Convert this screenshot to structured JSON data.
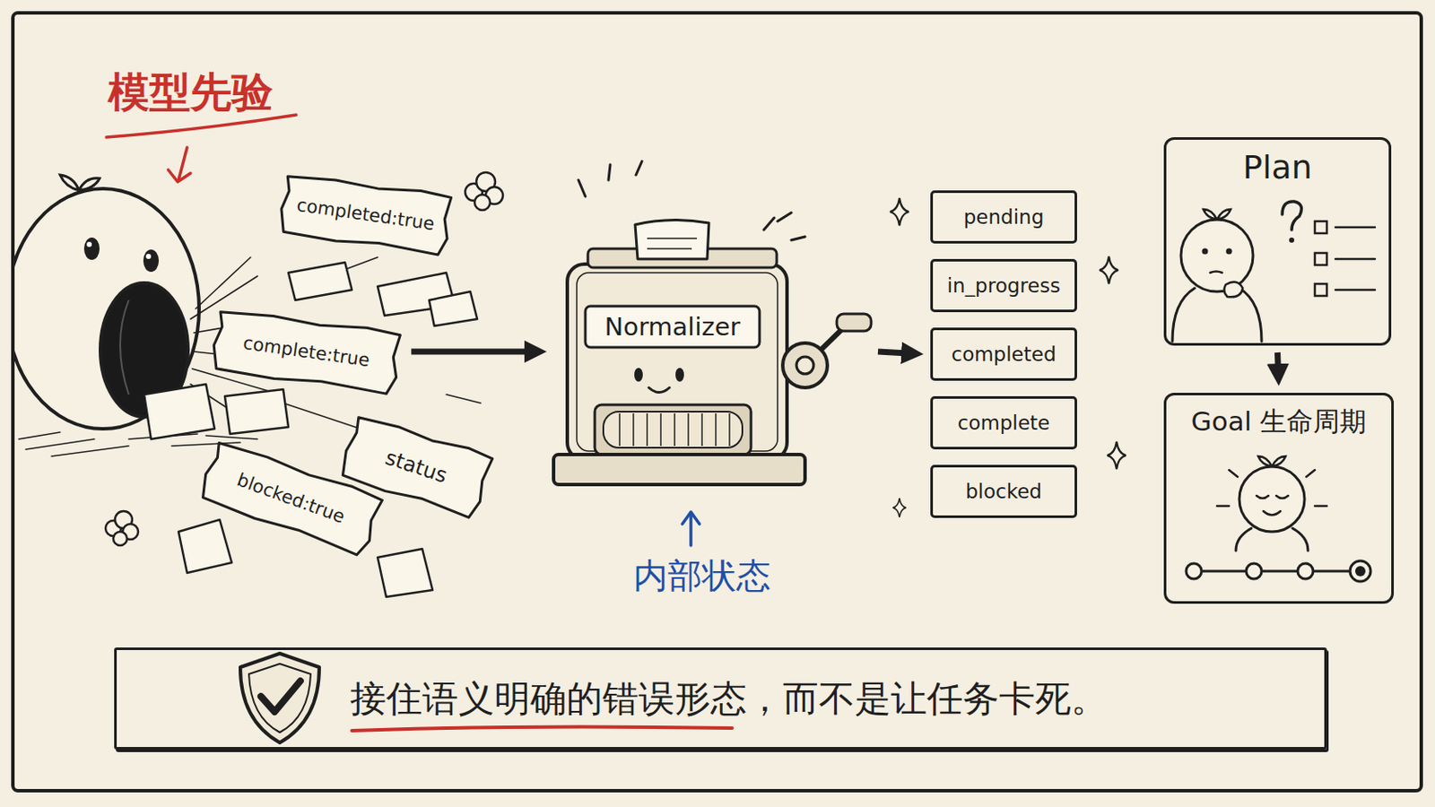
{
  "diagram": {
    "nodes": [
      {
        "text": [
          "completed:true"
        ]
      },
      {
        "text": [
          "complete:true"
        ]
      },
      {
        "text": [
          "status"
        ]
      },
      {
        "text": [
          "blocked:true"
        ]
      },
      {
        "text": [
          "Normalizer"
        ]
      },
      {
        "text": [
          "pending"
        ]
      },
      {
        "text": [
          "in_progress"
        ]
      },
      {
        "text": [
          "completed"
        ]
      },
      {
        "text": [
          "complete"
        ]
      },
      {
        "text": [
          "blocked"
        ]
      },
      {
        "text": [
          "Plan"
        ]
      },
      {
        "text": [
          "Goal 生命周期"
        ]
      },
      {
        "text": [
          "接住语义明确的错误形态，而不是让任务卡死。"
        ]
      }
    ],
    "edges": [
      {
        "from": 1,
        "to": 4,
        "arrow": "to"
      },
      {
        "from": 4,
        "to": 7,
        "arrow": "to"
      },
      {
        "from": 10,
        "to": 11,
        "arrow": "to"
      }
    ],
    "labels": [
      "模型先验",
      "内部状态"
    ]
  }
}
